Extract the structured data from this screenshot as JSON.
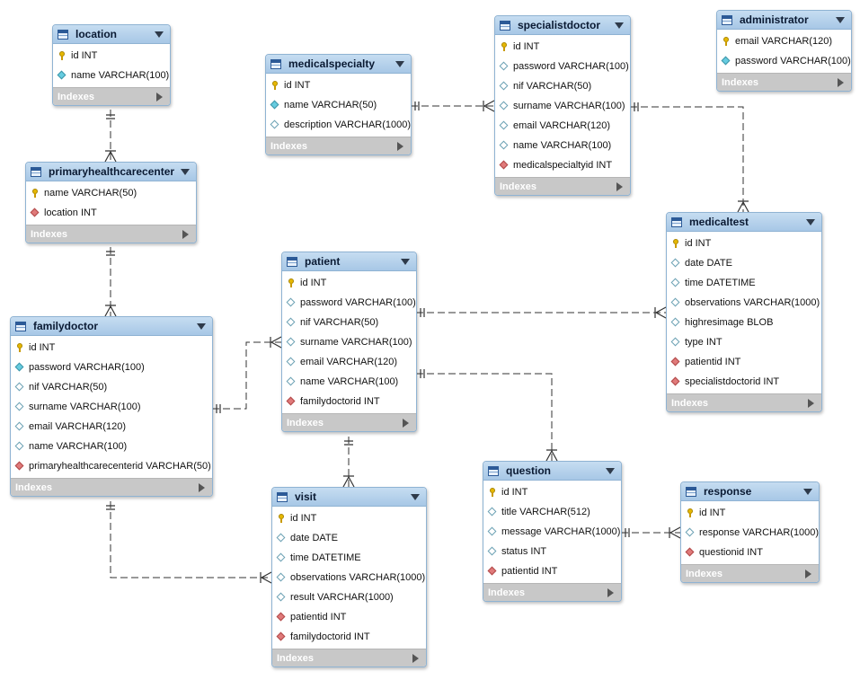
{
  "tables": {
    "location": {
      "name": "location",
      "columns": [
        {
          "icon": "pk",
          "text": "id INT"
        },
        {
          "icon": "blue",
          "text": "name VARCHAR(100)"
        }
      ],
      "indexes": "Indexes"
    },
    "medicalspecialty": {
      "name": "medicalspecialty",
      "columns": [
        {
          "icon": "pk",
          "text": "id INT"
        },
        {
          "icon": "blue",
          "text": "name VARCHAR(50)"
        },
        {
          "icon": "empty",
          "text": "description VARCHAR(1000)"
        }
      ],
      "indexes": "Indexes"
    },
    "specialistdoctor": {
      "name": "specialistdoctor",
      "columns": [
        {
          "icon": "pk",
          "text": "id INT"
        },
        {
          "icon": "empty",
          "text": "password VARCHAR(100)"
        },
        {
          "icon": "empty",
          "text": "nif VARCHAR(50)"
        },
        {
          "icon": "empty",
          "text": "surname VARCHAR(100)"
        },
        {
          "icon": "empty",
          "text": "email VARCHAR(120)"
        },
        {
          "icon": "empty",
          "text": "name VARCHAR(100)"
        },
        {
          "icon": "red",
          "text": "medicalspecialtyid INT"
        }
      ],
      "indexes": "Indexes"
    },
    "administrator": {
      "name": "administrator",
      "columns": [
        {
          "icon": "pk",
          "text": "email VARCHAR(120)"
        },
        {
          "icon": "blue",
          "text": "password VARCHAR(100)"
        }
      ],
      "indexes": "Indexes"
    },
    "primaryhealthcarecenter": {
      "name": "primaryhealthcarecenter",
      "columns": [
        {
          "icon": "pk",
          "text": "name VARCHAR(50)"
        },
        {
          "icon": "red",
          "text": "location INT"
        }
      ],
      "indexes": "Indexes"
    },
    "medicaltest": {
      "name": "medicaltest",
      "columns": [
        {
          "icon": "pk",
          "text": "id INT"
        },
        {
          "icon": "empty",
          "text": "date DATE"
        },
        {
          "icon": "empty",
          "text": "time DATETIME"
        },
        {
          "icon": "empty",
          "text": "observations VARCHAR(1000)"
        },
        {
          "icon": "empty",
          "text": "highresimage BLOB"
        },
        {
          "icon": "empty",
          "text": "type INT"
        },
        {
          "icon": "red",
          "text": "patientid INT"
        },
        {
          "icon": "red",
          "text": "specialistdoctorid INT"
        }
      ],
      "indexes": "Indexes"
    },
    "patient": {
      "name": "patient",
      "columns": [
        {
          "icon": "pk",
          "text": "id INT"
        },
        {
          "icon": "empty",
          "text": "password VARCHAR(100)"
        },
        {
          "icon": "empty",
          "text": "nif VARCHAR(50)"
        },
        {
          "icon": "empty",
          "text": "surname VARCHAR(100)"
        },
        {
          "icon": "empty",
          "text": "email VARCHAR(120)"
        },
        {
          "icon": "empty",
          "text": "name VARCHAR(100)"
        },
        {
          "icon": "red",
          "text": "familydoctorid INT"
        }
      ],
      "indexes": "Indexes"
    },
    "familydoctor": {
      "name": "familydoctor",
      "columns": [
        {
          "icon": "pk",
          "text": "id INT"
        },
        {
          "icon": "blue",
          "text": "password VARCHAR(100)"
        },
        {
          "icon": "empty",
          "text": "nif VARCHAR(50)"
        },
        {
          "icon": "empty",
          "text": "surname VARCHAR(100)"
        },
        {
          "icon": "empty",
          "text": "email VARCHAR(120)"
        },
        {
          "icon": "empty",
          "text": "name VARCHAR(100)"
        },
        {
          "icon": "red",
          "text": "primaryhealthcarecenterid VARCHAR(50)"
        }
      ],
      "indexes": "Indexes"
    },
    "question": {
      "name": "question",
      "columns": [
        {
          "icon": "pk",
          "text": "id INT"
        },
        {
          "icon": "empty",
          "text": "title VARCHAR(512)"
        },
        {
          "icon": "empty",
          "text": "message VARCHAR(1000)"
        },
        {
          "icon": "empty",
          "text": "status INT"
        },
        {
          "icon": "red",
          "text": "patientid INT"
        }
      ],
      "indexes": "Indexes"
    },
    "response": {
      "name": "response",
      "columns": [
        {
          "icon": "pk",
          "text": "id INT"
        },
        {
          "icon": "empty",
          "text": "response VARCHAR(1000)"
        },
        {
          "icon": "red",
          "text": "questionid INT"
        }
      ],
      "indexes": "Indexes"
    },
    "visit": {
      "name": "visit",
      "columns": [
        {
          "icon": "pk",
          "text": "id INT"
        },
        {
          "icon": "empty",
          "text": "date DATE"
        },
        {
          "icon": "empty",
          "text": "time DATETIME"
        },
        {
          "icon": "empty",
          "text": "observations VARCHAR(1000)"
        },
        {
          "icon": "empty",
          "text": "result VARCHAR(1000)"
        },
        {
          "icon": "red",
          "text": "patientid INT"
        },
        {
          "icon": "red",
          "text": "familydoctorid INT"
        }
      ],
      "indexes": "Indexes"
    }
  },
  "relationships": [
    {
      "from": "location",
      "to": "primaryhealthcarecenter"
    },
    {
      "from": "primaryhealthcarecenter",
      "to": "familydoctor"
    },
    {
      "from": "familydoctor",
      "to": "patient"
    },
    {
      "from": "familydoctor",
      "to": "visit"
    },
    {
      "from": "patient",
      "to": "visit"
    },
    {
      "from": "patient",
      "to": "medicaltest"
    },
    {
      "from": "patient",
      "to": "question"
    },
    {
      "from": "medicalspecialty",
      "to": "specialistdoctor"
    },
    {
      "from": "specialistdoctor",
      "to": "medicaltest"
    },
    {
      "from": "question",
      "to": "response"
    }
  ],
  "colors": {
    "header": "#a7c7e6",
    "border": "#8fb3d3",
    "indexes_bar": "#c8c8c8",
    "line": "#333333"
  }
}
